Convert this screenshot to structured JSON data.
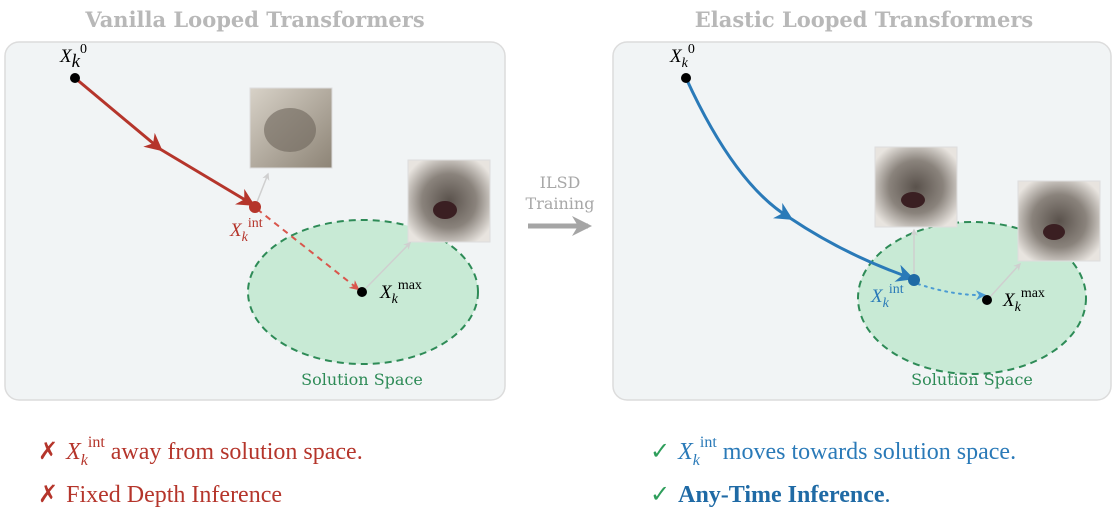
{
  "left": {
    "title": "Vanilla Looped Transformers",
    "solution_label": "Solution Space",
    "start_label": {
      "base": "X",
      "sub": "k",
      "sup": "0"
    },
    "int_label": {
      "base": "X",
      "sub": "k",
      "sup": "int"
    },
    "max_label": {
      "base": "X",
      "sub": "k",
      "sup": "max"
    },
    "bullets": [
      {
        "mark": "✗",
        "var": "X",
        "sub": "k",
        "sup": "int",
        "text": " away from solution space."
      },
      {
        "mark": "✗",
        "text": "Fixed Depth Inference"
      }
    ]
  },
  "middle": {
    "line1": "ILSD",
    "line2": "Training"
  },
  "right": {
    "title": "Elastic Looped Transformers",
    "solution_label": "Solution Space",
    "start_label": {
      "base": "X",
      "sub": "k",
      "sup": "0"
    },
    "int_label": {
      "base": "X",
      "sub": "k",
      "sup": "int"
    },
    "max_label": {
      "base": "X",
      "sub": "k",
      "sup": "max"
    },
    "bullets": [
      {
        "mark": "✓",
        "var": "X",
        "sub": "k",
        "sup": "int",
        "text": " moves towards solution space."
      },
      {
        "mark": "✓",
        "text": "Any-Time Inference",
        "suffix": "."
      }
    ]
  },
  "colors": {
    "red": "#b5352b",
    "blue": "#2a7ab8",
    "green": "#2e9e5b",
    "solution_fill": "#c8ead5",
    "panel": "#f1f4f5"
  }
}
